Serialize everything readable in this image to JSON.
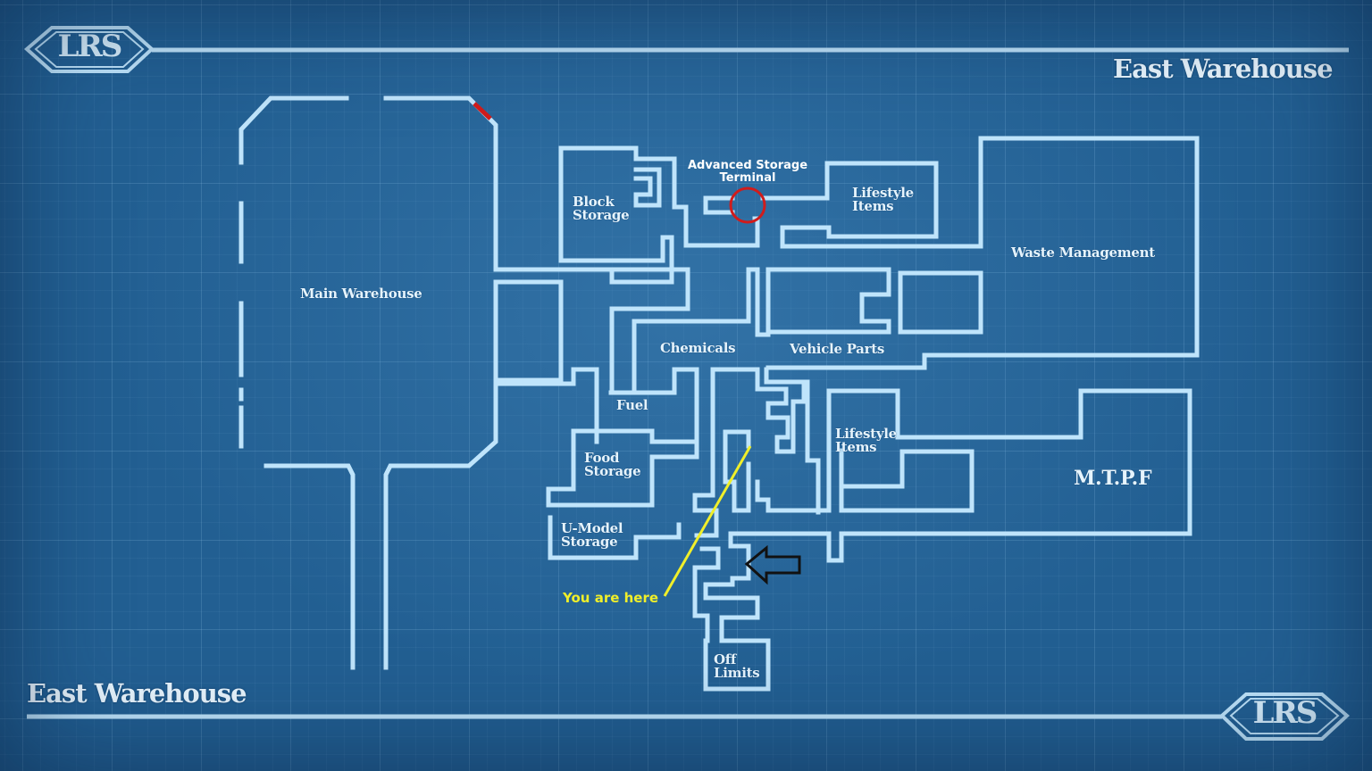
{
  "header": {
    "logo_text": "LRS",
    "title": "East Warehouse"
  },
  "footer": {
    "title": "East Warehouse",
    "logo_text": "LRS"
  },
  "map": {
    "areas": {
      "main_warehouse": "Main Warehouse",
      "block_storage": "Block\nStorage",
      "terminal": "Advanced Storage\nTerminal",
      "lifestyle_items_top": "Lifestyle\nItems",
      "waste_management": "Waste Management",
      "chemicals": "Chemicals",
      "vehicle_parts": "Vehicle Parts",
      "fuel": "Fuel",
      "food_storage": "Food\nStorage",
      "lifestyle_items_bottom": "Lifestyle\nItems",
      "mtpf": "M.T.P.F",
      "u_model_storage": "U-Model\nStorage",
      "off_limits": "Off\nLimits"
    },
    "you_are_here": "You are here",
    "colors": {
      "background": "#225f92",
      "walls": "#bfe4fb",
      "marker": "#f0ef2a",
      "terminal_circle": "#d01c1c"
    },
    "icons": {
      "you_are_here_arrow": "left-arrow-icon",
      "terminal_marker": "red-circle-icon"
    }
  }
}
